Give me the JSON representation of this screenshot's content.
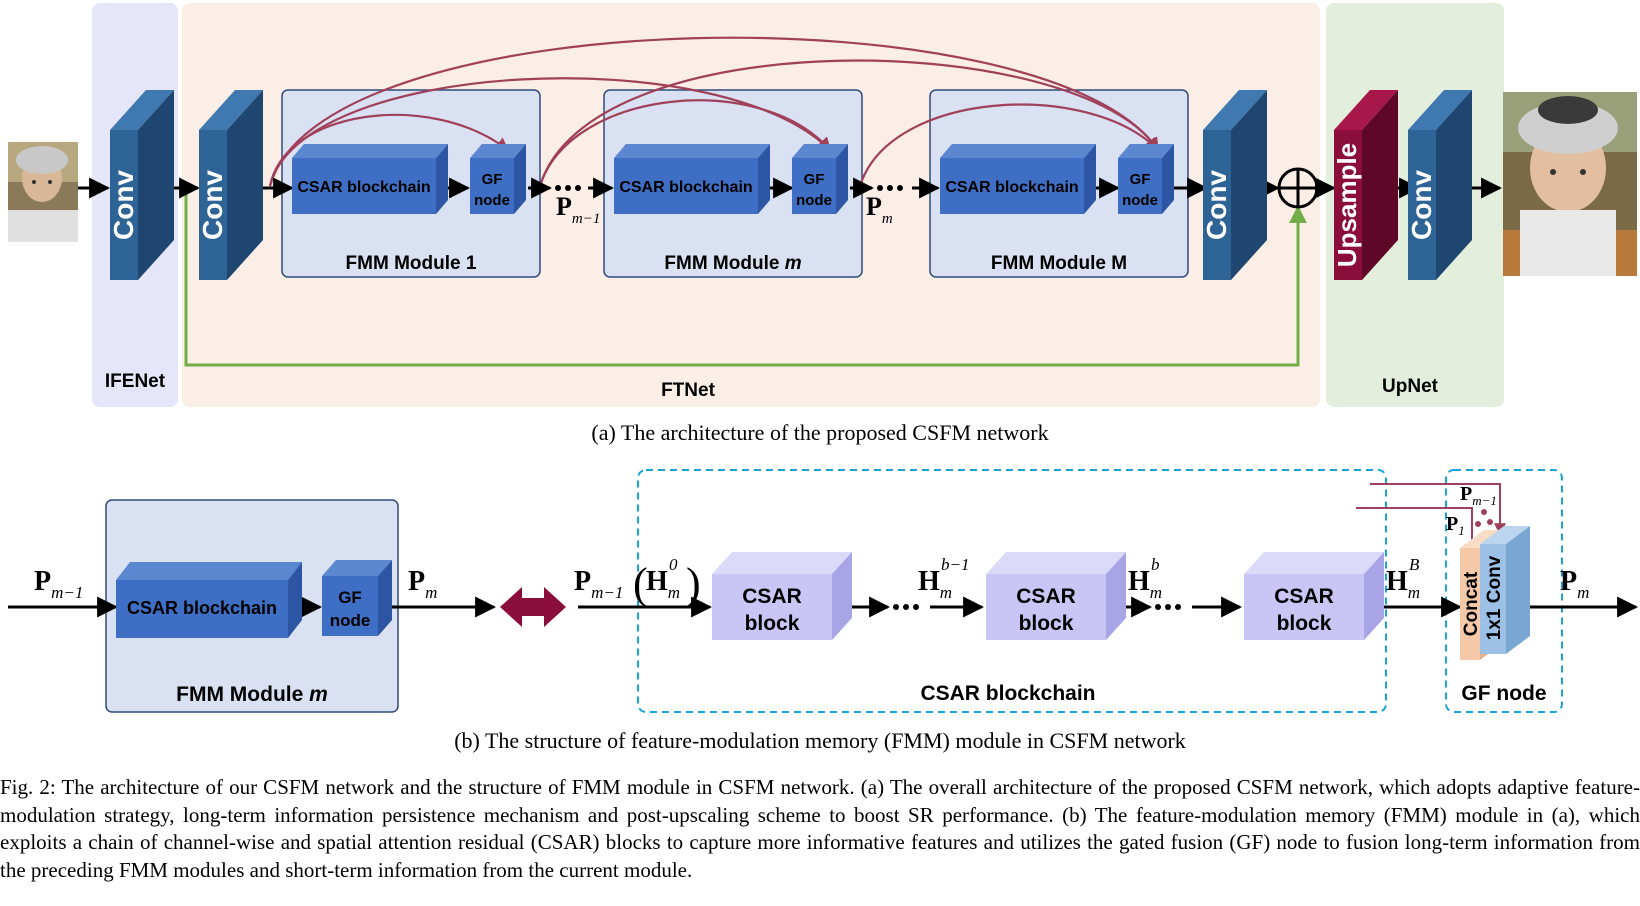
{
  "panel_a": {
    "regions": {
      "ifenet": "IFENet",
      "ftnet": "FTNet",
      "upnet": "UpNet"
    },
    "blocks": {
      "conv": "Conv",
      "upsample": "Upsample"
    },
    "modules": [
      {
        "name": "FMM Module 1",
        "prefix": "FMM Module 1",
        "suffix": ""
      },
      {
        "name": "FMM Module m",
        "prefix": "FMM Module ",
        "suffix": "m"
      },
      {
        "name": "FMM Module M",
        "prefix": "FMM Module M",
        "suffix": ""
      }
    ],
    "csar_blockchain": "CSAR blockchain",
    "gf_node": {
      "line1": "GF",
      "line2": "node"
    },
    "p_labels": [
      {
        "base": "P",
        "sub": "m−1"
      },
      {
        "base": "P",
        "sub": "m"
      }
    ],
    "caption": "(a) The architecture of the proposed CSFM network"
  },
  "panel_b": {
    "module": {
      "prefix": "FMM Module ",
      "suffix": "m"
    },
    "csar_blockchain": "CSAR blockchain",
    "gf_node": {
      "line1": "GF",
      "line2": "node"
    },
    "csar_block": {
      "line1": "CSAR",
      "line2": "block"
    },
    "concat": "Concat",
    "conv1x1": "1x1 Conv",
    "region_blockchain": "CSAR blockchain",
    "region_gfnode": "GF node",
    "symbols": {
      "p_in": {
        "base": "P",
        "sub": "m−1"
      },
      "p_out": {
        "base": "P",
        "sub": "m"
      },
      "h0": {
        "base": "H",
        "sub": "m",
        "sup": "0"
      },
      "hb1": {
        "base": "H",
        "sub": "m",
        "sup": "b−1"
      },
      "hb": {
        "base": "H",
        "sub": "m",
        "sup": "b"
      },
      "hB": {
        "base": "H",
        "sub": "m",
        "sup": "B"
      },
      "p1": {
        "base": "P",
        "sub": "1"
      },
      "pm1": {
        "base": "P",
        "sub": "m−1"
      }
    },
    "caption": "(b) The structure of feature-modulation memory (FMM) module in CSFM network"
  },
  "figure_caption": "Fig. 2: The architecture of our CSFM network and the structure of FMM module in CSFM network. (a) The overall architecture of the proposed CSFM network, which adopts adaptive feature-modulation strategy, long-term information persistence mechanism and post-upscaling scheme to boost SR performance. (b) The feature-modulation memory (FMM) module in (a), which exploits a chain of channel-wise and spatial attention residual (CSAR) blocks to capture more informative features and utilizes the gated fusion (GF) node to fusion long-term information from the preceding FMM modules and short-term information from the current module.",
  "colors": {
    "ifenet_bg": "#e6e6fb",
    "ftnet_bg": "#fbeee6",
    "upnet_bg": "#e3efdc",
    "module_bg": "#d9e1f2",
    "module_border": "#2f4a7a",
    "conv_front": "#2e6396",
    "conv_side": "#1f4670",
    "conv_top": "#3f79b0",
    "csar_front": "#3f6fc4",
    "csar_top": "#5b86d0",
    "csar_side": "#2c56a3",
    "upsample_front": "#8b0d3a",
    "upsample_side": "#5e0726",
    "long_skip": "#72ad47",
    "memory_arc": "#a0405a",
    "block_front": "#c9c6f5",
    "block_side": "#a8a4e6",
    "concat": "#f5c9a8",
    "conv1x1": "#9cc0e6",
    "dashed": "#1aa3d9",
    "double_arrow": "#8b0d3a"
  }
}
